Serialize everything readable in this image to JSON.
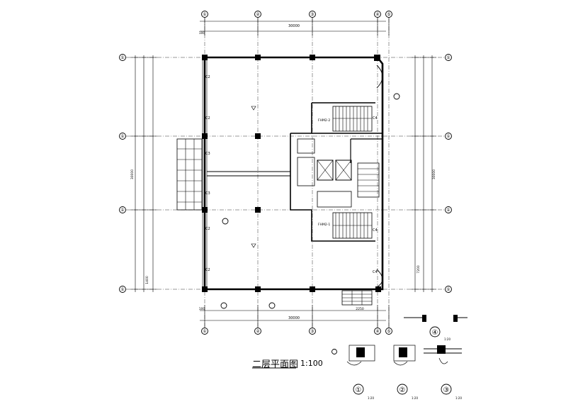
{
  "drawing": {
    "title": "二层平面图",
    "scale": "1:100"
  },
  "axes": {
    "top": [
      "①",
      "②",
      "③",
      "④",
      "⑤"
    ],
    "bottom": [
      "①",
      "②",
      "③",
      "④",
      "⑤"
    ],
    "left": [
      "①",
      "①",
      "①",
      "①"
    ],
    "right": [
      "①",
      "①",
      "①",
      "①"
    ]
  },
  "labels": {
    "window_c2": "C2",
    "window_c3": "C3",
    "window_c4": "C4",
    "stair_fhm2": "FHM2-2",
    "stair_fhm1": "FHM2-1",
    "dim_total": "30000",
    "dim_100": "100",
    "dim_1400": "1400",
    "dim_2250": "2250",
    "dim_7200": "7200"
  },
  "details": [
    {
      "number": "①",
      "scale": "1:20"
    },
    {
      "number": "②",
      "scale": "1:20"
    },
    {
      "number": "③",
      "scale": "1:20"
    },
    {
      "number": "④",
      "scale": "1:20"
    }
  ],
  "colors": {
    "ink": "#000000",
    "paper": "#ffffff"
  }
}
